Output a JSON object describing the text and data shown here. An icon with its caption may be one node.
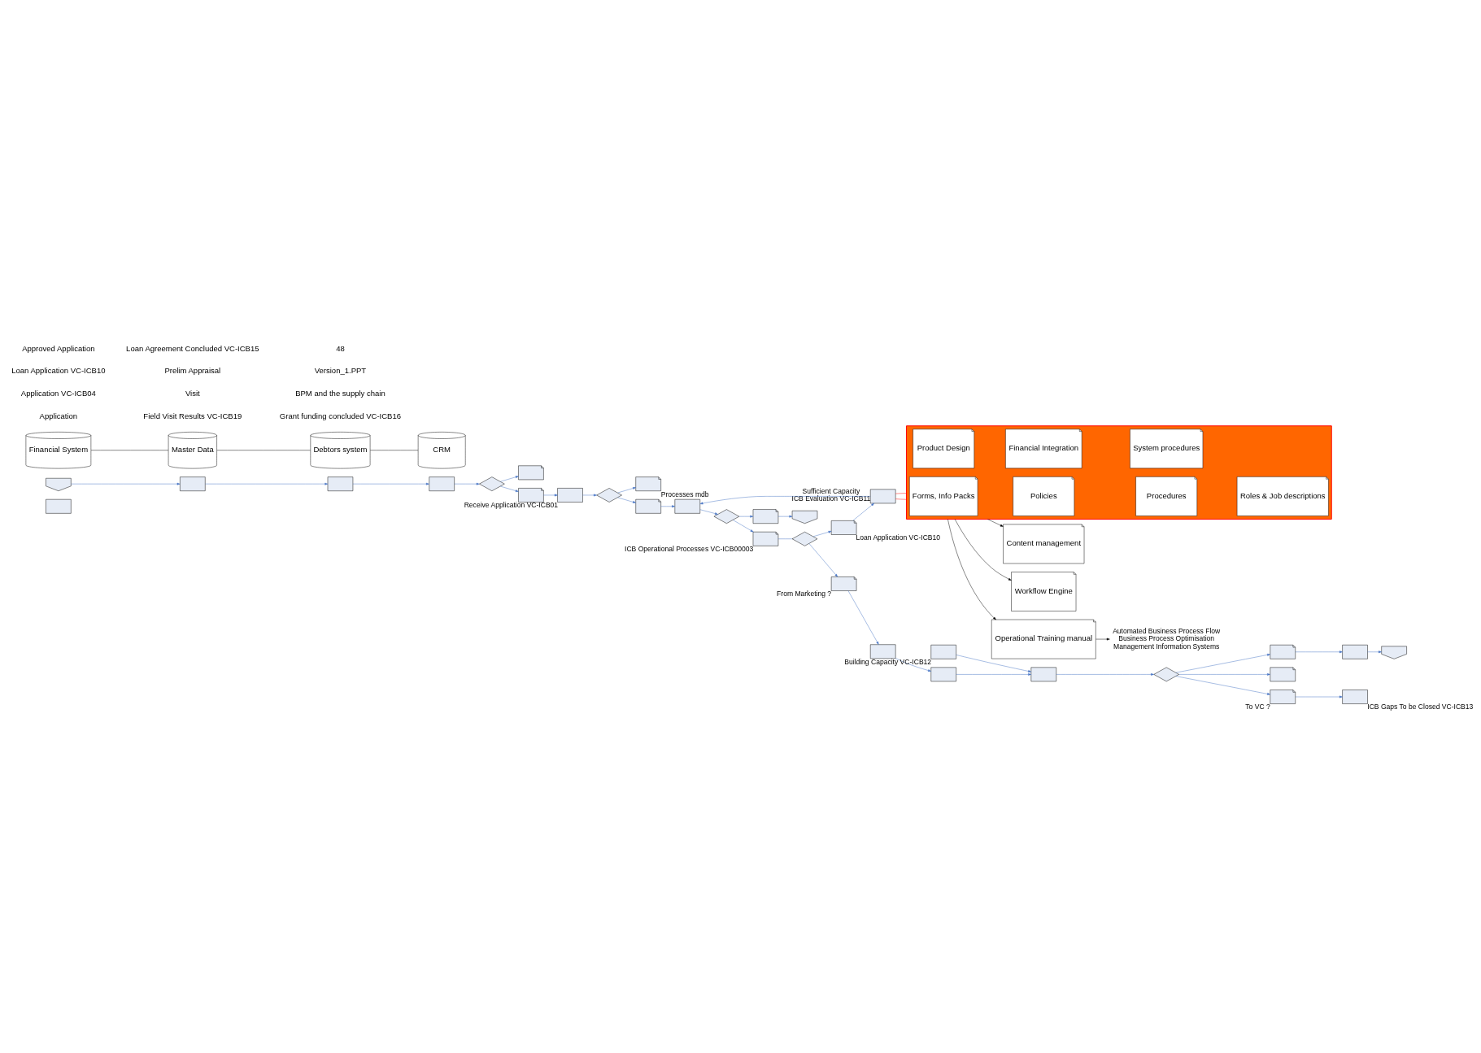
{
  "diagram": {
    "nodes": [
      {
        "text": [],
        "shape": "box"
      },
      {
        "text": [],
        "shape": "pentagon"
      },
      {
        "text": [],
        "shape": "box"
      },
      {
        "text": [],
        "shape": "box"
      },
      {
        "text": [],
        "shape": "box"
      },
      {
        "text": [],
        "shape": "diamond"
      },
      {
        "text": [],
        "shape": "document"
      },
      {
        "text": [],
        "shape": "document"
      },
      {
        "text": [],
        "shape": "box",
        "beside": [
          "Receive Application VC-ICB01"
        ]
      },
      {
        "text": [],
        "shape": "document",
        "beside": [
          "Processes mdb"
        ]
      },
      {
        "text": [],
        "shape": "diamond"
      },
      {
        "text": [],
        "shape": "document"
      },
      {
        "text": [],
        "shape": "box"
      },
      {
        "text": [],
        "shape": "diamond"
      },
      {
        "text": [],
        "shape": "document"
      },
      {
        "text": [],
        "shape": "pentagon"
      },
      {
        "text": [],
        "shape": "document",
        "beside": [
          "ICB Operational Processes VC-ICB00003"
        ]
      },
      {
        "text": [],
        "shape": "diamond"
      },
      {
        "text": [],
        "shape": "document",
        "beside": [
          "From Marketing ?"
        ]
      },
      {
        "text": [],
        "shape": "document",
        "beside": [
          "Loan Application VC-ICB10"
        ]
      },
      {
        "text": [],
        "shape": "box",
        "beside": [
          "Sufficient Capacity",
          "ICB Evaluation VC-ICB11"
        ]
      },
      {
        "text": [],
        "shape": "box"
      },
      {
        "text": [],
        "shape": "box"
      },
      {
        "text": [],
        "shape": "box",
        "beside": [
          "Building Capacity VC-ICB12"
        ]
      },
      {
        "text": [],
        "shape": "box"
      },
      {
        "text": [],
        "shape": "diamond"
      },
      {
        "text": [],
        "shape": "document"
      },
      {
        "text": [],
        "shape": "document",
        "beside": [
          "To VC ?"
        ]
      },
      {
        "text": [],
        "shape": "box",
        "beside": [
          "ICB Gaps To be Closed VC-ICB13"
        ]
      },
      {
        "text": [],
        "shape": "document"
      },
      {
        "text": [],
        "shape": "box"
      },
      {
        "text": [],
        "shape": "pentagon"
      },
      {
        "text": [],
        "shape": "box"
      },
      {
        "text": [
          "Forms, Info Packs"
        ],
        "in": 32
      },
      {
        "text": [
          "Product Design"
        ],
        "in": 32
      },
      {
        "text": [
          "Policies"
        ],
        "in": 32
      },
      {
        "text": [
          "Financial Integration"
        ],
        "in": 32
      },
      {
        "text": [
          "Procedures"
        ],
        "in": 32
      },
      {
        "text": [
          "System procedures"
        ],
        "in": 32
      },
      {
        "text": [
          "Roles & Job descriptions"
        ],
        "in": 32
      },
      {
        "text": [
          "Content management"
        ]
      },
      {
        "text": [
          "Workflow Engine"
        ]
      },
      {
        "text": [
          "Operational Training manual"
        ]
      },
      {
        "text": [
          "Automated Business Process Flow",
          "Business Process Optimisation",
          "Management Information Systems"
        ]
      },
      {
        "text": [
          "Financial System"
        ]
      },
      {
        "text": [
          "Master Data"
        ]
      },
      {
        "text": [
          "Debtors system"
        ]
      },
      {
        "text": [
          "CRM"
        ]
      }
    ],
    "edges": [
      {
        "from": 1,
        "to": 2,
        "arrow": "to"
      },
      {
        "from": 2,
        "to": 3,
        "arrow": "to"
      },
      {
        "from": 3,
        "to": 4,
        "arrow": "to"
      },
      {
        "from": 4,
        "to": 5,
        "arrow": "to"
      },
      {
        "from": 5,
        "to": 6,
        "arrow": "to"
      },
      {
        "from": 5,
        "to": 7,
        "arrow": "to"
      },
      {
        "from": 7,
        "to": 8,
        "arrow": "to"
      },
      {
        "from": 8,
        "to": 10,
        "arrow": "to"
      },
      {
        "from": 10,
        "to": 9,
        "arrow": "to"
      },
      {
        "from": 10,
        "to": 11,
        "arrow": "to"
      },
      {
        "from": 11,
        "to": 12,
        "arrow": "to"
      },
      {
        "from": 12,
        "to": 13,
        "arrow": "to"
      },
      {
        "from": 13,
        "to": 14,
        "arrow": "to"
      },
      {
        "from": 14,
        "to": 15,
        "arrow": "to"
      },
      {
        "from": 13,
        "to": 16,
        "arrow": "to"
      },
      {
        "from": 16,
        "to": 17,
        "arrow": "none"
      },
      {
        "from": 17,
        "to": 18,
        "arrow": "to"
      },
      {
        "from": 17,
        "to": 19,
        "arrow": "to"
      },
      {
        "from": 19,
        "to": 20,
        "arrow": "to"
      },
      {
        "from": 20,
        "to": 12,
        "arrow": "to"
      },
      {
        "from": 18,
        "to": 21,
        "arrow": "to"
      },
      {
        "from": 21,
        "to": 22,
        "arrow": "to"
      },
      {
        "from": 22,
        "to": 24,
        "arrow": "to"
      },
      {
        "from": 23,
        "to": 24,
        "arrow": "to"
      },
      {
        "from": 24,
        "to": 25,
        "arrow": "to"
      },
      {
        "from": 25,
        "to": 26,
        "arrow": "to"
      },
      {
        "from": 25,
        "to": 27,
        "arrow": "to"
      },
      {
        "from": 25,
        "to": 29,
        "arrow": "to"
      },
      {
        "from": 27,
        "to": 28,
        "arrow": "to"
      },
      {
        "from": 29,
        "to": 30,
        "arrow": "to"
      },
      {
        "from": 30,
        "to": 31,
        "arrow": "to"
      },
      {
        "from": 20,
        "to": 32,
        "arrow": "none",
        "color": "#ff0000"
      },
      {
        "from": 20,
        "to": 32,
        "arrow": "none",
        "color": "#ff0000"
      },
      {
        "from": 32,
        "to": 40,
        "arrow": "to",
        "color": "#000000"
      },
      {
        "from": 32,
        "to": 41,
        "arrow": "to",
        "color": "#000000"
      },
      {
        "from": 32,
        "to": 42,
        "arrow": "to",
        "color": "#000000"
      },
      {
        "from": 42,
        "to": 43,
        "arrow": "to",
        "color": "#000000"
      },
      {
        "from": 44,
        "to": 45,
        "arrow": "none",
        "color": "#000000"
      },
      {
        "from": 45,
        "to": 46,
        "arrow": "none",
        "color": "#000000"
      },
      {
        "from": 46,
        "to": 47,
        "arrow": "none",
        "color": "#000000"
      }
    ],
    "labels": [
      "Application",
      "Application VC-ICB04",
      "Loan Application VC-ICB10",
      "Approved Application",
      "Field Visit Results VC-ICB19",
      "Visit",
      "Prelim Appraisal",
      "Loan Agreement Concluded VC-ICB15",
      "Grant funding concluded VC-ICB16",
      "BPM and the supply chain",
      "Version_1.PPT",
      "48"
    ]
  }
}
